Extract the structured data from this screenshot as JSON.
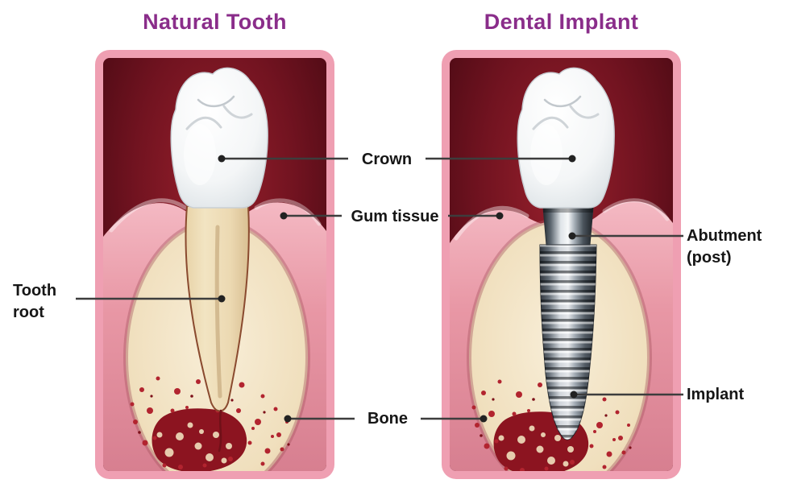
{
  "titles": {
    "left": "Natural Tooth",
    "right": "Dental Implant"
  },
  "labels": {
    "crown": "Crown",
    "gum_tissue": "Gum tissue",
    "tooth_root": "Tooth root",
    "abutment": "Abutment (post)",
    "bone": "Bone",
    "implant": "Implant"
  },
  "colors": {
    "title_text": "#8a2d8a",
    "label_text": "#161616",
    "panel_border": "#ef9fb2",
    "cavity_background": "#6e1220",
    "gum_tissue": "#e897a5",
    "bone": "#f0dfbd",
    "bone_marrow": "#8c1420",
    "marrow_speckle": "#b2242f",
    "tooth_enamel": "#f4f6f7",
    "tooth_root": "#ecd9b2",
    "implant_metal": "#aab3bb",
    "connector_line": "#3d3d3d"
  }
}
